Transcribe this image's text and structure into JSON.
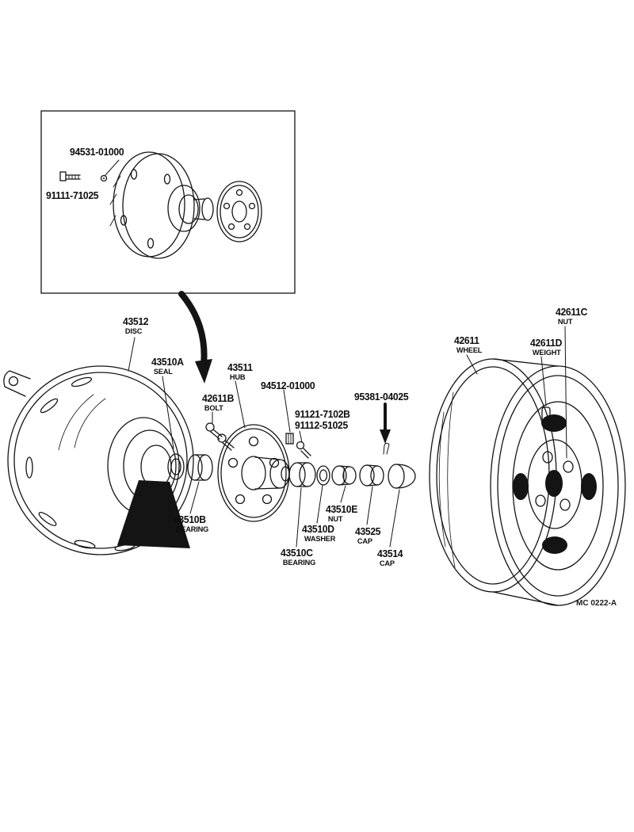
{
  "colors": {
    "ink": "#141414",
    "background": "#ffffff"
  },
  "inset": {
    "parts": [
      {
        "number": "94531-01000"
      },
      {
        "number": "91111-71025"
      }
    ]
  },
  "main": {
    "parts": [
      {
        "number": "43512",
        "name": "DISC"
      },
      {
        "number": "43510A",
        "name": "SEAL"
      },
      {
        "number": "43511",
        "name": "HUB"
      },
      {
        "number": "42611B",
        "name": "BOLT"
      },
      {
        "number": "94512-01000"
      },
      {
        "number": "91121-7102B"
      },
      {
        "number": "91112-51025"
      },
      {
        "number": "95381-04025"
      },
      {
        "number": "42611",
        "name": "WHEEL"
      },
      {
        "number": "42611C",
        "name": "NUT"
      },
      {
        "number": "42611D",
        "name": "WEIGHT"
      },
      {
        "number": "43510B",
        "name": "BEARING"
      },
      {
        "number": "43510C",
        "name": "BEARING"
      },
      {
        "number": "43510D",
        "name": "WASHER"
      },
      {
        "number": "43510E",
        "name": "NUT"
      },
      {
        "number": "43525",
        "name": "CAP"
      },
      {
        "number": "43514",
        "name": "CAP"
      }
    ]
  },
  "footer": {
    "drawing_code": "MC 0222-A"
  }
}
